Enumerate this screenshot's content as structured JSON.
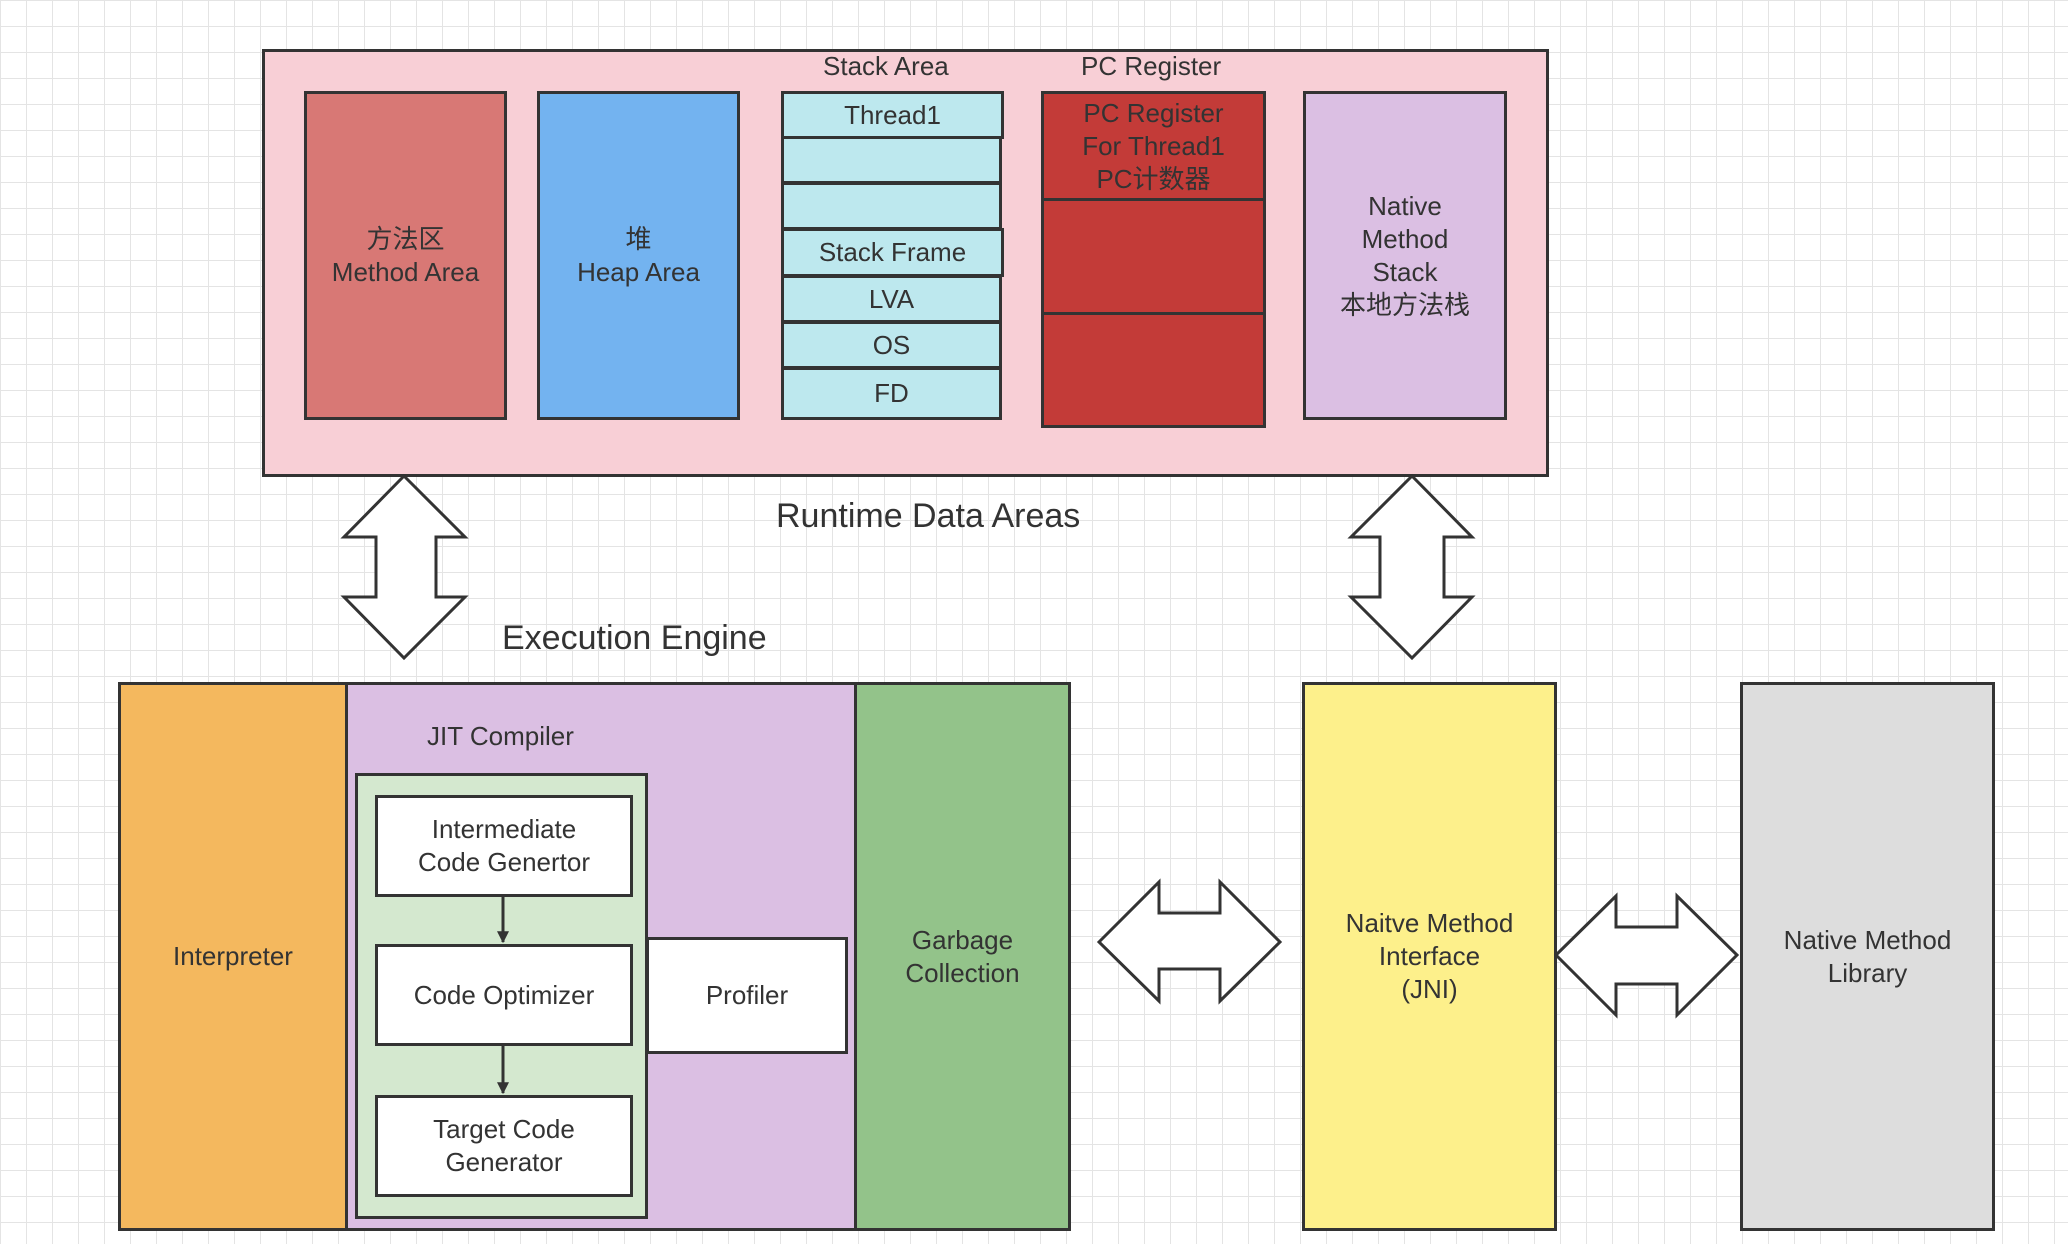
{
  "runtime": {
    "title": "Runtime Data Areas",
    "method_area": "方法区\nMethod Area",
    "heap_area": "堆\nHeap Area",
    "stack_area": {
      "title": "Stack Area",
      "thread": "Thread1",
      "frame": "Stack Frame",
      "lva": "LVA",
      "os": "OS",
      "fd": "FD"
    },
    "pc_register": {
      "title": "PC Register",
      "cell": "PC Register\nFor Thread1\nPC计数器"
    },
    "native_stack": "Native\nMethod\nStack\n本地方法栈"
  },
  "engine": {
    "title": "Execution Engine",
    "interpreter": "Interpreter",
    "jit": {
      "title": "JIT Compiler",
      "intermediate": "Intermediate\nCode Genertor",
      "optimizer": "Code Optimizer",
      "target": "Target Code\nGenerator"
    },
    "profiler": "Profiler",
    "gc": "Garbage\nCollection"
  },
  "jni": "Naitve Method\nInterface\n(JNI)",
  "native_library": "Native Method\nLibrary",
  "colors": {
    "runtime_bg": "#f8cfd6",
    "method_area": "#d87875",
    "heap": "#73b3f0",
    "stack": "#bde8ee",
    "pc": "#c33b38",
    "native_stack": "#dbbfe3",
    "interpreter": "#f4b85e",
    "jit_bg": "#dbbfe3",
    "jit_inner": "#d4e8cf",
    "gc": "#93c38a",
    "jni": "#fdf08b",
    "library": "#dddddd"
  }
}
